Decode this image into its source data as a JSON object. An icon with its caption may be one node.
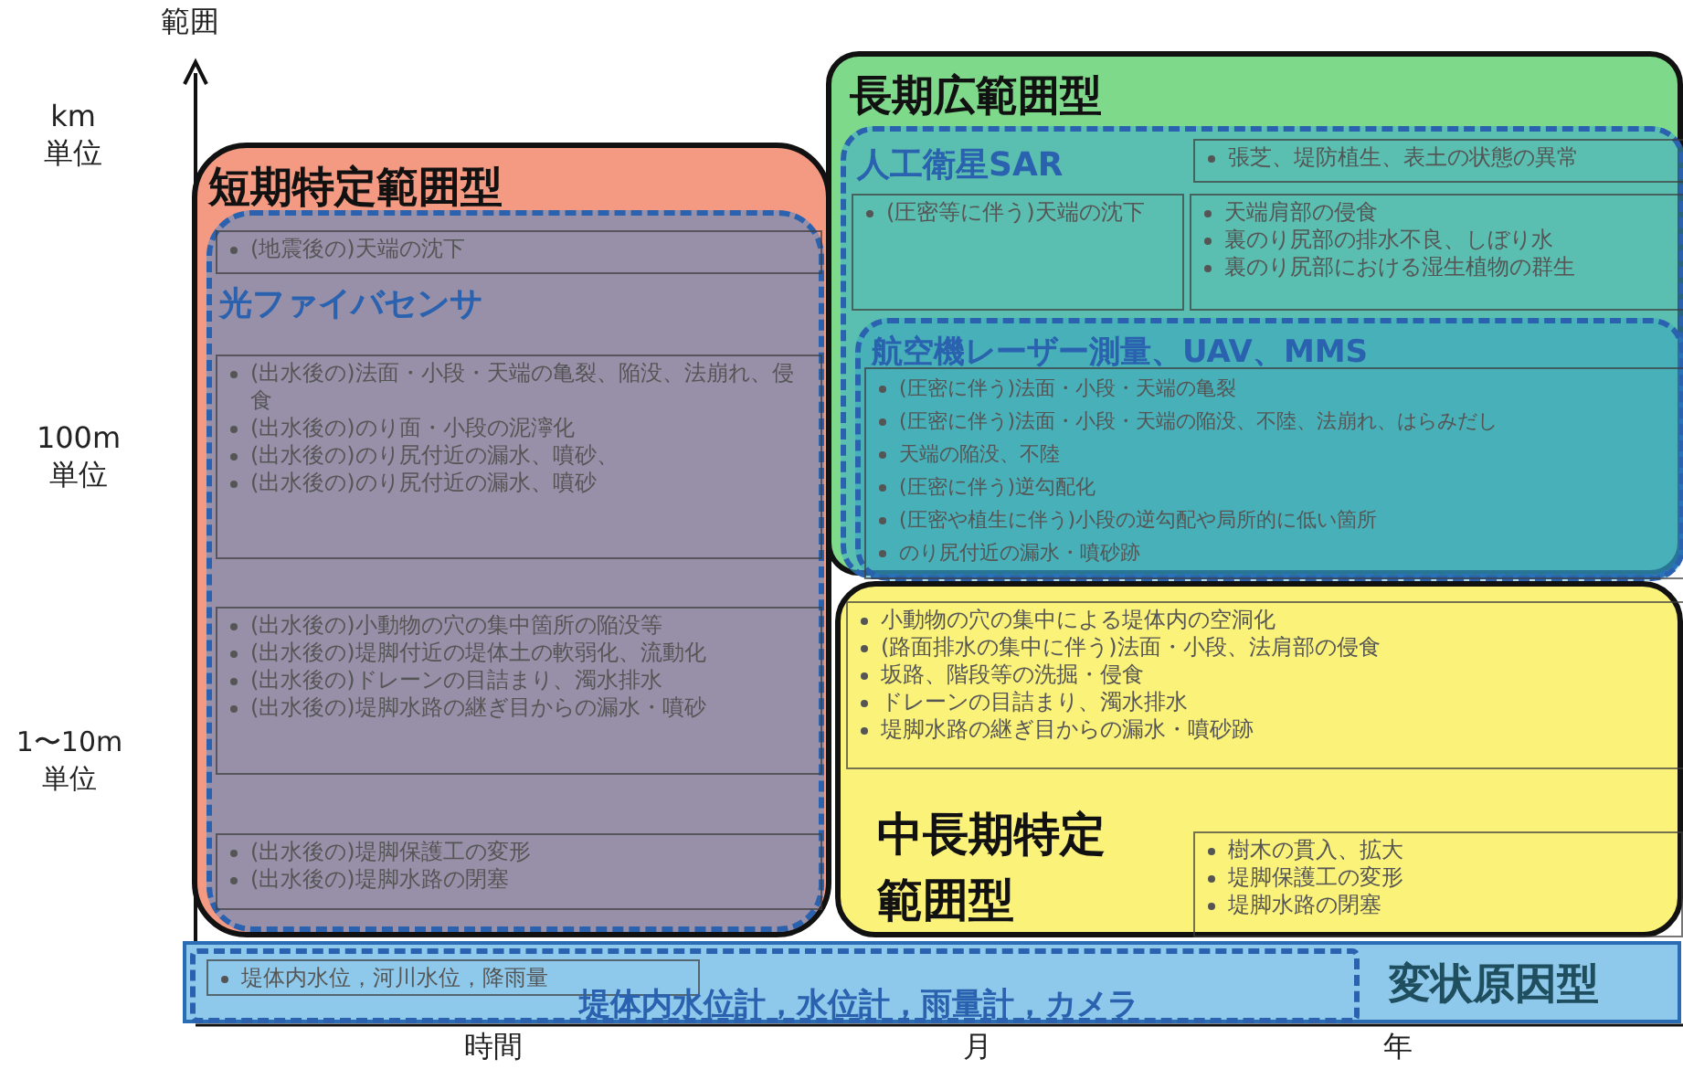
{
  "diagram": {
    "nodes": [
      {
        "text": [
          "短期特定範囲型"
        ]
      },
      {
        "text": [
          "光ファイバセンサ"
        ],
        "in": 0
      },
      {
        "text": [
          "(地震後の)天端の沈下"
        ],
        "in": 1
      },
      {
        "text": [
          "(出水後の)法面・小段・天端の亀裂、陥没、法崩れ、侵食",
          "(出水後の)のり面・小段の泥濘化",
          "(出水後の)のり尻付近の漏水、噴砂、",
          "(出水後の)のり尻付近の漏水、噴砂"
        ],
        "in": 1
      },
      {
        "text": [
          "(出水後の)小動物の穴の集中箇所の陥没等",
          "(出水後の)堤脚付近の堤体土の軟弱化、流動化",
          "(出水後の)ドレーンの目詰まり、濁水排水",
          "(出水後の)堤脚水路の継ぎ目からの漏水・噴砂"
        ],
        "in": 1
      },
      {
        "text": [
          "(出水後の)堤脚保護工の変形",
          "(出水後の)堤脚水路の閉塞"
        ],
        "in": 1
      },
      {
        "text": [
          "長期広範囲型"
        ]
      },
      {
        "text": [
          "人工衛星SAR"
        ],
        "in": 6
      },
      {
        "text": [
          "張芝、堤防植生、表土の状態の異常"
        ],
        "in": 7
      },
      {
        "text": [
          "(圧密等に伴う)天端の沈下"
        ],
        "in": 7
      },
      {
        "text": [
          "天端肩部の侵食",
          "裏のり尻部の排水不良、しぼり水",
          "裏のり尻部における湿生植物の群生"
        ],
        "in": 7
      },
      {
        "text": [
          "航空機レーザー測量、UAV、MMS"
        ],
        "in": 7
      },
      {
        "text": [
          "(圧密に伴う)法面・小段・天端の亀裂",
          "(圧密に伴う)法面・小段・天端の陥没、不陸、法崩れ、はらみだし",
          "天端の陥没、不陸",
          "(圧密に伴う)逆勾配化",
          "(圧密や植生に伴う)小段の逆勾配や局所的に低い箇所",
          "のり尻付近の漏水・噴砂跡"
        ],
        "in": 11
      },
      {
        "text": [
          "中長期特定範囲型"
        ]
      },
      {
        "text": [
          "小動物の穴の集中による堤体内の空洞化",
          "(路面排水の集中に伴う)法面・小段、法肩部の侵食",
          "坂路、階段等の洗掘・侵食",
          "ドレーンの目詰まり、濁水排水",
          "堤脚水路の継ぎ目からの漏水・噴砂跡"
        ],
        "in": 13
      },
      {
        "text": [
          "樹木の貫入、拡大",
          "堤脚保護工の変形",
          "堤脚水路の閉塞"
        ],
        "in": 13
      },
      {
        "text": [
          "変状原因型"
        ]
      },
      {
        "text": [
          "堤体内水位計，水位計，雨量計，カメラ"
        ],
        "in": 16
      },
      {
        "text": [
          "堤体内水位，河川水位，降雨量"
        ],
        "in": 17
      }
    ],
    "edges": [],
    "labels": [
      "範囲",
      "km単位",
      "100m単位",
      "1〜10m単位",
      "時間",
      "月",
      "年"
    ]
  }
}
